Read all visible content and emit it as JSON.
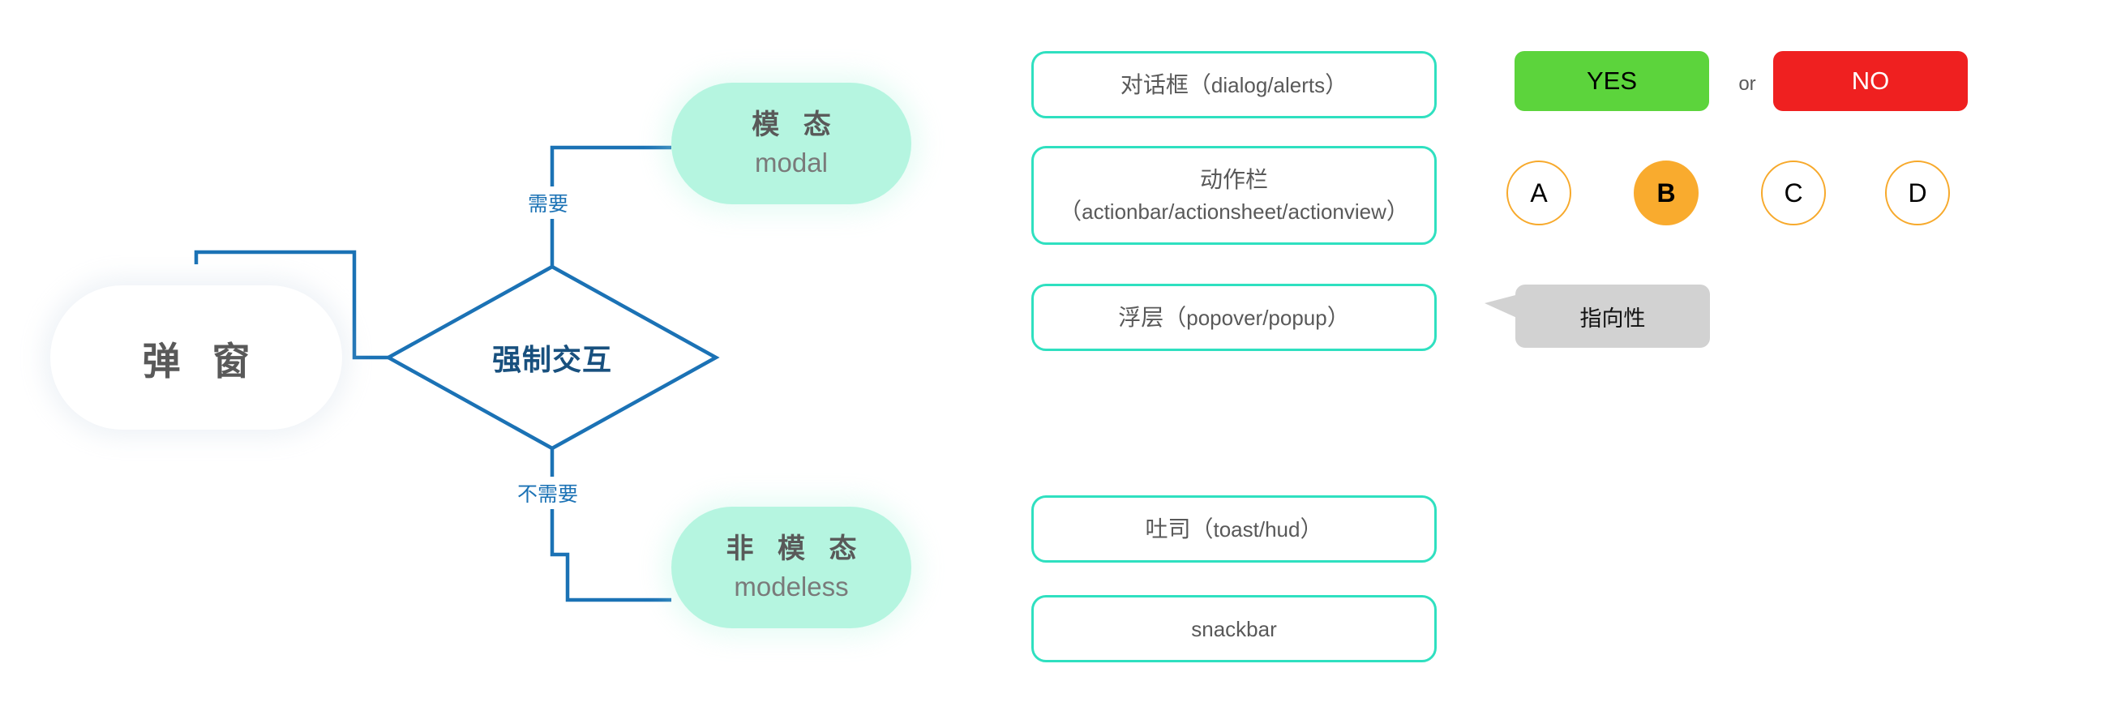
{
  "diagram": {
    "root_node": {
      "label": "弹 窗"
    },
    "decision_node": {
      "label": "强制交互"
    },
    "edges": [
      {
        "label": "需要"
      },
      {
        "label": "不需要"
      }
    ],
    "outcome_nodes": [
      {
        "cn": "模 态",
        "en": "modal"
      },
      {
        "cn": "非 模 态",
        "en": "modeless"
      }
    ]
  },
  "modal_examples": [
    {
      "cn": "对话框（",
      "latin": "dialog/alerts",
      "close": "）"
    },
    {
      "cn": "动作栏（",
      "latin": "actionbar/actionsheet/actionview",
      "close": "）"
    },
    {
      "cn": "浮层（",
      "latin": "popover/popup",
      "close": "）"
    }
  ],
  "modeless_examples": [
    {
      "cn": "吐司（",
      "latin": "toast/hud",
      "close": "）"
    },
    {
      "cn": "",
      "latin": "snackbar",
      "close": ""
    }
  ],
  "buttons": {
    "yes_label": "YES",
    "no_label": "NO",
    "or_label": "or"
  },
  "options": [
    {
      "label": "A",
      "selected": false
    },
    {
      "label": "B",
      "selected": true
    },
    {
      "label": "C",
      "selected": false
    },
    {
      "label": "D",
      "selected": false
    }
  ],
  "tooltip": {
    "label": "指向性"
  },
  "colors": {
    "connector_blue": "#1b72b5",
    "decision_text": "#18507e",
    "pill_green": "#b5f5e0",
    "capsule_border": "#2fe0c0",
    "yes_green": "#5cd43c",
    "no_red": "#ef2020",
    "option_orange": "#f9ab2e",
    "tooltip_gray": "#d2d2d2",
    "body_text": "#595959"
  }
}
